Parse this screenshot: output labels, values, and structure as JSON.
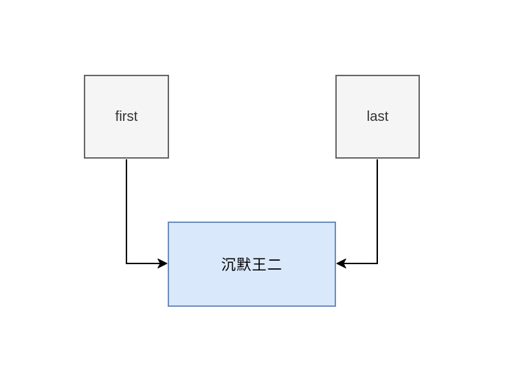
{
  "diagram": {
    "nodes": {
      "first": {
        "label": "first"
      },
      "last": {
        "label": "last"
      },
      "target": {
        "label": "沉默王二"
      }
    },
    "edges": [
      {
        "from": "first",
        "to": "target",
        "style": "elbow",
        "arrow": "classic-filled",
        "enters": "left-side"
      },
      {
        "from": "last",
        "to": "target",
        "style": "elbow",
        "arrow": "classic-filled",
        "enters": "right-side"
      }
    ]
  },
  "colors": {
    "canvas_bg": "#ffffff",
    "node_fill": "#f5f5f5",
    "node_border": "#666666",
    "node_text": "#333333",
    "target_fill": "#dae8fc",
    "target_border": "#6c8ebf",
    "target_text": "#000000",
    "connector": "#000000"
  }
}
